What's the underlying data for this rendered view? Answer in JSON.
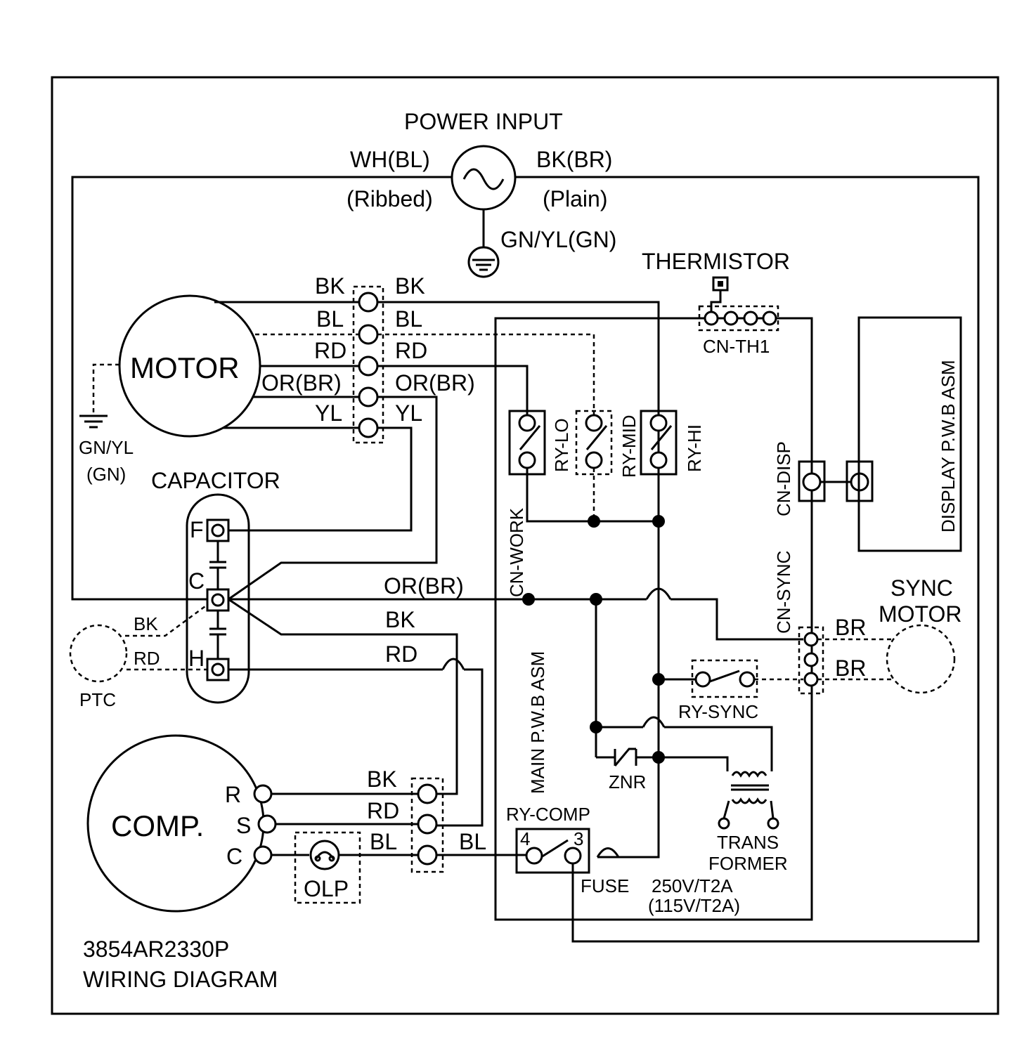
{
  "power": {
    "title": "POWER INPUT",
    "left_wire": "WH(BL)",
    "left_wire_type": "(Ribbed)",
    "right_wire": "BK(BR)",
    "right_wire_type": "(Plain)",
    "ground": "GN/YL(GN)"
  },
  "motor": {
    "label": "MOTOR",
    "ground_line1": "GN/YL",
    "ground_line2": "(GN)",
    "wires_left": [
      "BK",
      "BL",
      "RD",
      "OR(BR)",
      "YL"
    ],
    "wires_right": [
      "BK",
      "BL",
      "RD",
      "OR(BR)",
      "YL"
    ]
  },
  "capacitor": {
    "label": "CAPACITOR",
    "f": "F",
    "c": "C",
    "h": "H"
  },
  "ptc": {
    "label": "PTC",
    "bk": "BK",
    "rd": "RD"
  },
  "thermistor": {
    "label": "THERMISTOR",
    "connector": "CN-TH1"
  },
  "relays": {
    "lo": "RY-LO",
    "mid": "RY-MID",
    "hi": "RY-HI",
    "sync": "RY-SYNC",
    "comp": "RY-COMP",
    "comp_pin4": "4",
    "comp_pin3": "3"
  },
  "connectors": {
    "work": "CN-WORK",
    "disp": "CN-DISP",
    "sync": "CN-SYNC"
  },
  "main_pwb": "MAIN P.W.B ASM",
  "display_pwb": "DISPLAY P.W.B ASM",
  "wires_mid": {
    "or": "OR(BR)",
    "bk": "BK",
    "rd": "RD"
  },
  "sync_motor": {
    "line1": "SYNC",
    "line2": "MOTOR",
    "br1": "BR",
    "br2": "BR"
  },
  "znr": "ZNR",
  "transformer": {
    "line1": "TRANS",
    "line2": "FORMER"
  },
  "fuse": {
    "label": "FUSE",
    "rating1": "250V/T2A",
    "rating2": "(115V/T2A)"
  },
  "compressor": {
    "label": "COMP.",
    "r": "R",
    "s": "S",
    "c": "C",
    "wires": [
      "BK",
      "RD",
      "BL"
    ],
    "bl_out": "BL",
    "olp": "OLP"
  },
  "footer": {
    "part_no": "3854AR2330P",
    "title": "WIRING DIAGRAM"
  }
}
